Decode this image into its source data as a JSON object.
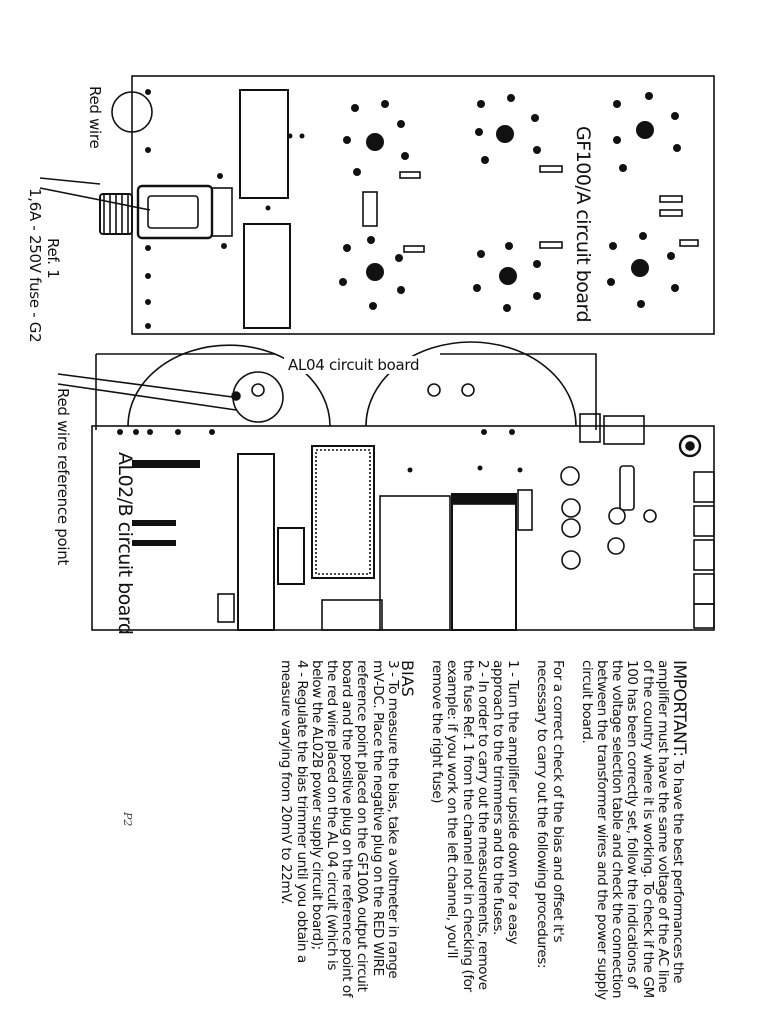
{
  "callouts": {
    "red_wire": "Red wire",
    "fuse_ref": "Ref. 1",
    "fuse_spec": "1,6A - 250V fuse - G2",
    "red_wire_reference": "Red wire reference point"
  },
  "boards": {
    "gf100a": "GF100/A circuit board",
    "al04": "AL04 circuit board",
    "al02b": "AL02/B circuit board"
  },
  "instructions": {
    "important_heading": "IMPORTANT:",
    "important_text": "To have the best performances the amplifier must have the same voltage of the AC line of the country where it is working. To check if the GM 100 has been correctly set, follow the indications of the voltage selection table and check the connection between the transformer wires and the power supply circuit board.",
    "intro": "For a correct check of the bias and offset it's necessary to carry out the following procedures:",
    "step1": "1 - Turn the amplifier upside down for a easy approach to the trimmers and to the fuses.",
    "step2": "2 - In order to carry out the measurements, remove the fuse Ref. 1 from the channel not in checking (for example: if you work on the left channel, you'll remove the right fuse)",
    "bias_heading": "BIAS",
    "step3": "3 - To measure the bias, take a voltmeter in range mV-DC. Place the negative plug on the RED WIRE reference point placed on the GF100A output circuit board and the positive plug on the reference point of the red wire placed on the AL 04 circuit (which is below the AL02B power supply circuit board);",
    "step4": "4 - Regulate the bias trimmer until you obtain a measure varying from 20mV to 22mV.",
    "annotation": "P2"
  }
}
